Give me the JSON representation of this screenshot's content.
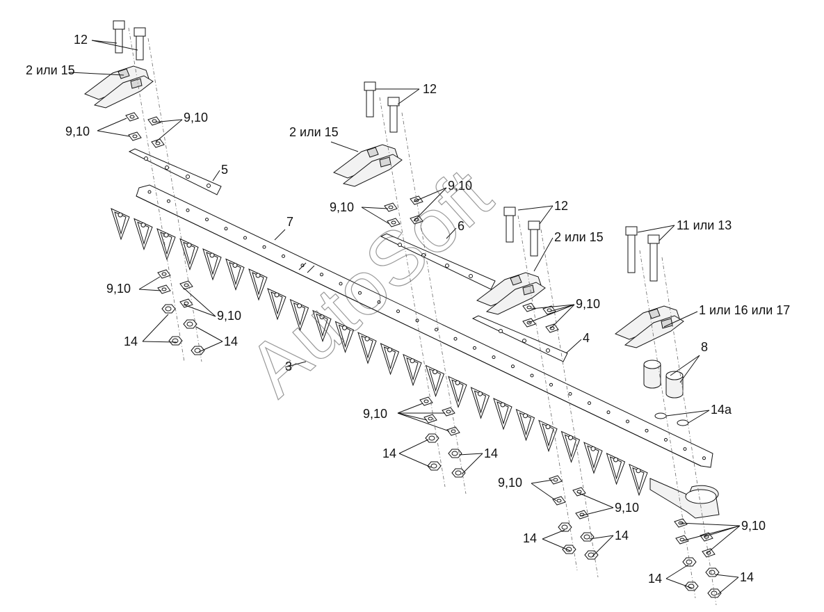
{
  "watermark": "AutoSoft",
  "labels": [
    {
      "id": "l12a",
      "text": "12"
    },
    {
      "id": "l2a",
      "text": "2 или 15"
    },
    {
      "id": "l910a",
      "text": "9,10"
    },
    {
      "id": "l910b",
      "text": "9,10"
    },
    {
      "id": "l5",
      "text": "5"
    },
    {
      "id": "l12b",
      "text": "12"
    },
    {
      "id": "l2b",
      "text": "2 или 15"
    },
    {
      "id": "l910c",
      "text": "9,10"
    },
    {
      "id": "l910d",
      "text": "9,10"
    },
    {
      "id": "l7",
      "text": "7"
    },
    {
      "id": "l6",
      "text": "6"
    },
    {
      "id": "l12c",
      "text": "12"
    },
    {
      "id": "l2c",
      "text": "2 или 15"
    },
    {
      "id": "l11",
      "text": "11 или 13"
    },
    {
      "id": "l910e",
      "text": "9,10"
    },
    {
      "id": "l910f",
      "text": "9,10"
    },
    {
      "id": "l1",
      "text": "1 или 16 или 17"
    },
    {
      "id": "l14a",
      "text": "14"
    },
    {
      "id": "l14b",
      "text": "14"
    },
    {
      "id": "l4",
      "text": "4"
    },
    {
      "id": "l3",
      "text": "3"
    },
    {
      "id": "l8",
      "text": "8"
    },
    {
      "id": "l910g",
      "text": "9,10"
    },
    {
      "id": "l14a2",
      "text": "14а"
    },
    {
      "id": "l14c",
      "text": "14"
    },
    {
      "id": "l14d",
      "text": "14"
    },
    {
      "id": "l910h",
      "text": "9,10"
    },
    {
      "id": "l910i",
      "text": "9,10"
    },
    {
      "id": "l910j",
      "text": "9,10"
    },
    {
      "id": "l14e",
      "text": "14"
    },
    {
      "id": "l14f",
      "text": "14"
    },
    {
      "id": "l14g",
      "text": "14"
    },
    {
      "id": "l14h",
      "text": "14"
    }
  ]
}
